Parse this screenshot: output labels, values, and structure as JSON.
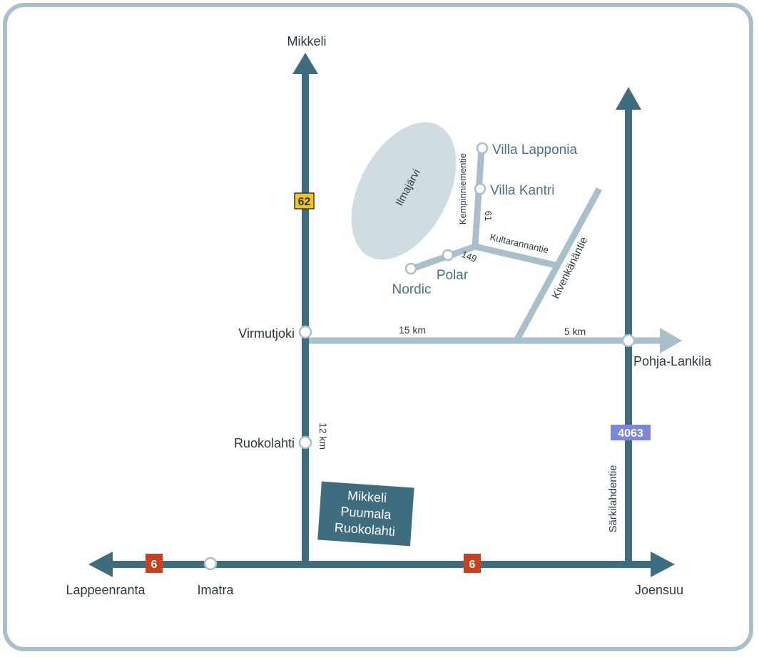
{
  "cities": {
    "north": "Mikkeli",
    "west": "Lappeenranta",
    "east": "Joensuu",
    "imatra": "Imatra",
    "virmutjoki": "Virmutjoki",
    "ruokolahti": "Ruokolahti",
    "pohja_lankila": "Pohja-Lankila"
  },
  "road_numbers": {
    "r62": "62",
    "r6_left": "6",
    "r6_right": "6",
    "r4063": "4063"
  },
  "road_names": {
    "sarkilahdentie": "Särkilahdentie",
    "kivenkanantie": "Kivenkänäntie",
    "kultarannantie": "Kultarannantie",
    "kempinniementie": "Kempinniementie"
  },
  "road_refs": {
    "ref61": "61",
    "ref149": "149"
  },
  "distances": {
    "km15": "15 km",
    "km5": "5 km",
    "km12": "12 km"
  },
  "lake": "Ilmajärvi",
  "villas": {
    "lapponia": "Villa Lapponia",
    "kantri": "Villa Kantri",
    "polar": "Polar",
    "nordic": "Nordic"
  },
  "sign_lines": [
    "Mikkeli",
    "Puumala",
    "Ruokolahti"
  ],
  "colors": {
    "main_road": "#3f6d80",
    "minor_road": "#a9bfcb",
    "frame": "#a9c0cc",
    "lake": "#cfdde3",
    "badge_yellow": "#f2c41c",
    "badge_red": "#c8401c",
    "badge_blue": "#7a86d8",
    "sign": "#3f6d80"
  }
}
